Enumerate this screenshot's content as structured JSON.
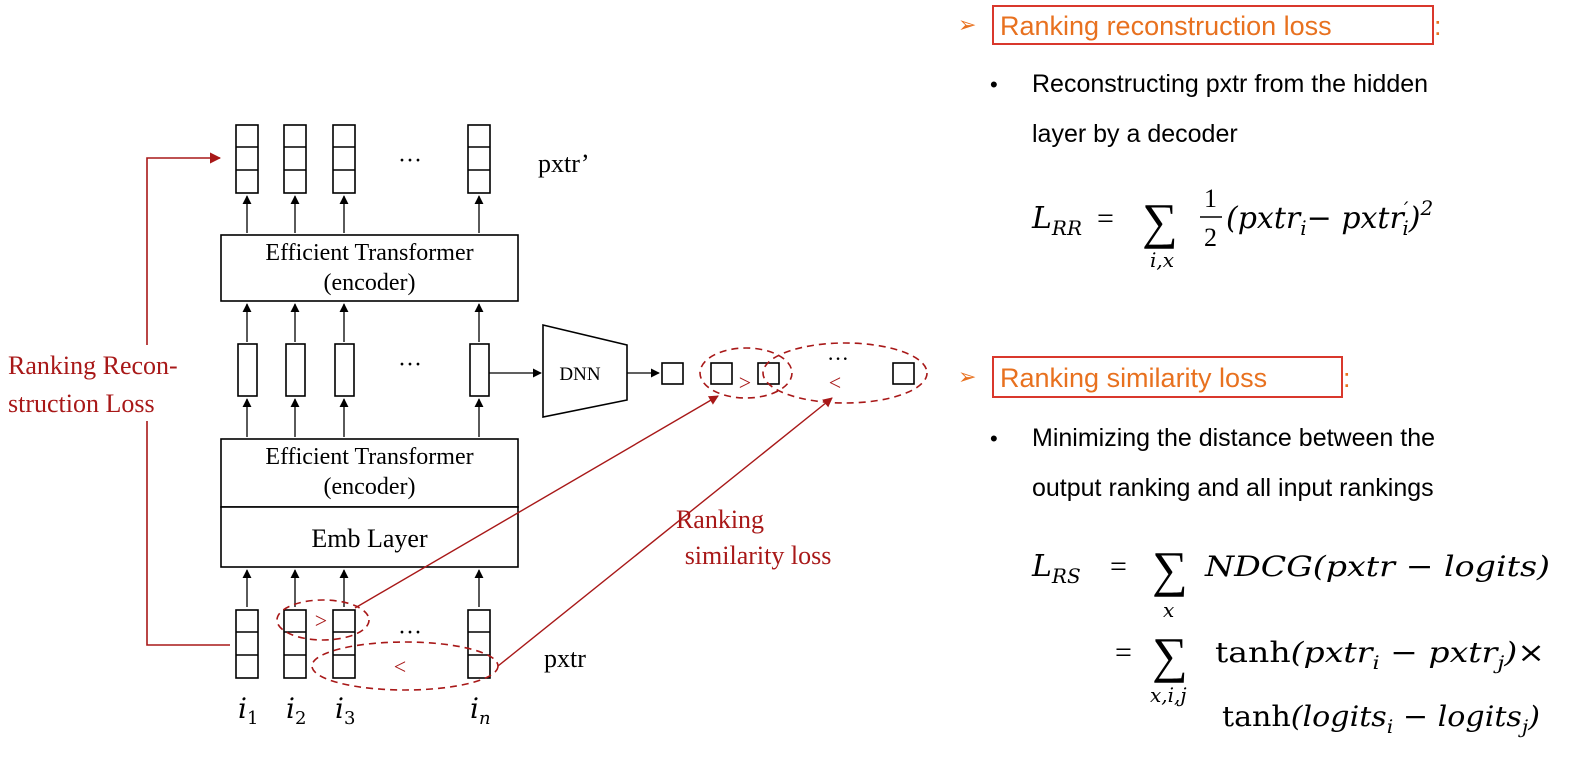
{
  "diagram": {
    "transformer_top": {
      "line1": "Efficient Transformer",
      "line2": "(encoder)"
    },
    "transformer_bottom": {
      "line1": "Efficient Transformer",
      "line2": "(encoder)"
    },
    "emb_layer": "Emb Layer",
    "dnn": "DNN",
    "ellipsis": "···",
    "label_pxtr_prime": "pxtr’",
    "label_pxtr": "pxtr",
    "left_loss": {
      "line1": "Ranking Recon-",
      "line2": "struction Loss"
    },
    "similarity_loss": {
      "line1": "Ranking",
      "line2": "similarity loss"
    },
    "input_indices": [
      "i",
      "i",
      "i",
      "i"
    ],
    "input_subscripts": [
      "1",
      "2",
      "3",
      "n"
    ],
    "compare_greater": ">",
    "compare_less": "<"
  },
  "right_panel": {
    "bullet_marker": "➢",
    "dot": "•",
    "section1": {
      "title": "Ranking reconstruction loss",
      "title_suffix": ":",
      "bullet_line1": "Reconstructing pxtr from the hidden",
      "bullet_line2": "layer by a decoder",
      "formula": {
        "lhs": "L",
        "lhs_sub": "RR",
        "eq": "=",
        "sum": "∑",
        "sum_sub": "i,x",
        "frac_num": "1",
        "frac_den": "2",
        "body": "(pxtr",
        "body_sub_i": "i",
        "minus": "− pxtr",
        "prime": "′",
        "body_sub_i2": "i",
        "close": ")",
        "power": "2"
      }
    },
    "section2": {
      "title": "Ranking similarity loss",
      "title_suffix": ":",
      "bullet_line1": "Minimizing the distance between the",
      "bullet_line2": "output ranking and all input rankings",
      "formula": {
        "lhs": "L",
        "lhs_sub": "RS",
        "eq": "=",
        "sum": "∑",
        "sum1_sub": "x",
        "term1": "NDCG(pxtr − logits)",
        "eq2": "=",
        "sum2_sub": "x,i,j",
        "tanh": "tanh",
        "term2": "(pxtr",
        "term2_sub_i": "i",
        "term2_mid": " − pxtr",
        "term2_sub_j": "j",
        "term2_end": ")×",
        "term3": "(logits",
        "term3_sub_i": "i",
        "term3_mid": " − logits",
        "term3_sub_j": "j",
        "term3_end": ")"
      }
    },
    "colors": {
      "title_orange": "#e8711f",
      "title_box": "#d9382c",
      "loss_red": "#a81818",
      "black": "#000000"
    }
  }
}
